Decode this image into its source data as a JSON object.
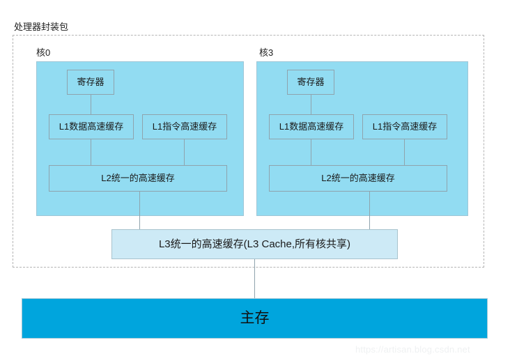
{
  "diagram": {
    "package": {
      "title": "处理器封装包"
    },
    "cores": [
      {
        "label": "核0",
        "register": "寄存器",
        "l1_data": "L1数据高速缓存",
        "l1_instruction": "L1指令高速缓存",
        "l2": "L2统一的高速缓存"
      },
      {
        "label": "核3",
        "register": "寄存器",
        "l1_data": "L1数据高速缓存",
        "l1_instruction": "L1指令高速缓存",
        "l2": "L2统一的高速缓存"
      }
    ],
    "l3": {
      "label": "L3统一的高速缓存(L3 Cache,所有核共享)"
    },
    "main_memory": {
      "label": "主存"
    },
    "watermark": "https://artisan.blog.csdn.net",
    "colors": {
      "core_fill": "#92dcf2",
      "l3_fill": "#cdeaf6",
      "memory_fill": "#00a5dd",
      "box_border": "#8fa3ad",
      "package_border": "#b3b3b3",
      "background": "#ffffff"
    }
  }
}
